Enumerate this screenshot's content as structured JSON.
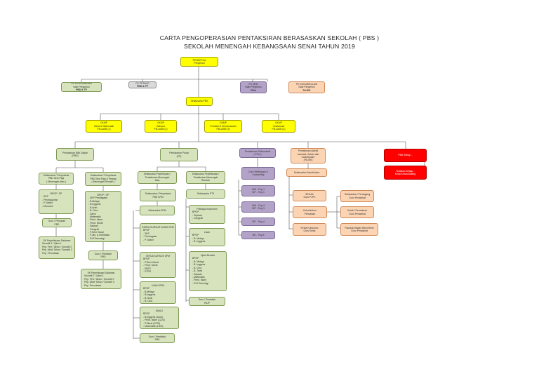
{
  "title": {
    "line1": "CARTA PENGOPERASIAN PENTAKSIRAN BERASASKAN SEKOLAH ( PBS )",
    "line2": "SEKOLAH MENENGAH KEBANGSAAN SENAI TAHUN 2019"
  },
  "nodes": {
    "pengetua": [
      "PENGETUA",
      "Pengerusi"
    ],
    "pk_pentadbiran": [
      "PK PENTADBIRAN",
      "Naib Pengerusi",
      "PBD & TP"
    ],
    "pk_petang": [
      "PK PETANG",
      "PBD & PP"
    ],
    "pk_hem": [
      "PK HEM",
      "Naib Pengerusi",
      "PPsi"
    ],
    "pk_kokurikulum": [
      "PK KOKURIKULUM",
      "Naib Pengerusi",
      "PAJSK"
    ],
    "setiausaha_pbs": [
      "Setiausaha PBS"
    ],
    "gkmp_sains": [
      "GKMP",
      "Sains & Matematik",
      "PB-uaSB (1)"
    ],
    "gkmp_bahasa": [
      "GKMP",
      "Bahasa",
      "PB-uaSB (2)"
    ],
    "gkmp_sosial": [
      "GKMP",
      "S.Sosial & Kemanusiaan",
      "PB-uaSB (3)"
    ],
    "gkmp_vokasional": [
      "GKMP",
      "Vokasional",
      "PB-uaSB (4)"
    ],
    "pbd": [
      "Pentaksiran Bilik Darjah",
      "(PBD)"
    ],
    "pp": [
      "Pentaksiran Pusat",
      "(PP)"
    ],
    "ppsi": [
      "Pentaksiran Psikometrik",
      "( PPsi )"
    ],
    "pajsk": [
      "Pentaksiran Aktiviti",
      "Jasmani, Sukan dan",
      "Kokurikulum",
      "(PAJSK)"
    ],
    "red1": [
      "PBS Setiap..."
    ],
    "red2": [
      "Tindakan Setiap...",
      "Kerja Ketua Bidang"
    ],
    "pbd_pagi": [
      "Setiausaha / Penyelaras",
      "PBD Sesi Pagi",
      "( Menengah Atas )"
    ],
    "pbd_petang": [
      "Setiausaha / Penyelaras",
      "PBD Sesi Pagi & Petang",
      "( Menengah Rendah )"
    ],
    "bpgp_pagi": [
      "BPGP / SP",
      "- SKP",
      "- Peranggunan",
      "- P. Akaun",
      "- Ekonomi"
    ],
    "bpgp_petang": [
      "BPGP / SP",
      "- SKP Perniagaan",
      "- B.Melayu",
      "- B.Inggeris",
      "- B.Arab",
      "- B. Cina",
      "- Sains",
      "- Matematik",
      "- Pend. Islam",
      "- Pend. Moral",
      "- Sejarah",
      "- Geografi",
      "- P.Seni Visual",
      "- P.Jas. & Kesihatan",
      "- R.B.Teknologi"
    ],
    "guru_pagi": [
      "Guru / Pentaksir",
      "PBD"
    ],
    "guru_petang": [
      "Guru / Pentaksir",
      "PBD"
    ],
    "sk_pagi": [
      "SK Peperiksaan Dalaman",
      "Sumatif 1 / Ujian 1",
      "Pep. Pert. Tahun / Sumatif 2",
      "Pep. Akhir Tahun / Sumatif 3",
      "Pep. Percubaan"
    ],
    "sk_petang": [
      "SK Peperiksaan Dalaman",
      "Sumatif 1 / Ujian 1",
      "Pep. Pert. Tahun / Sumatif 2",
      "Pep. Akhir Tahun / Sumatif 3",
      "Pep. Percubaan"
    ],
    "pp_atas": [
      "Setiausaha Peperiksaan /",
      "Pentaksiran Menengah",
      "Atas"
    ],
    "pp_rendah": [
      "Setiausaha Peperiksaan /",
      "Pentaksiran Menengah",
      "Rendah"
    ],
    "selaras_spm": [
      "Setiausaha / Penyelaras",
      "PBS SPM"
    ],
    "sekretariat_spm": [
      "Setiausaha SPM"
    ],
    "kerja_kursus_1": [
      "KERJA KURSUS SAINS SPM",
      "BPGP",
      "- SKP",
      "- Perniagaan",
      "- P. Akaun"
    ],
    "kerja_kursus_2": [
      "KERJA KURSUS SPM",
      "BPGP",
      "- P.Seni Visual",
      "- Pend. Moral",
      "- RBTE",
      "- PTRS"
    ],
    "ujian_spm": [
      "UJIAN SPM",
      "BPGP",
      "- B.Melayu",
      "- B.Inggeris",
      "- B.Tamil",
      "- B. Cina"
    ],
    "amali_spm": [
      "AMALI",
      "BPGP",
      "- B.Inggeris (1103)",
      "- Pend. Islam (1223)",
      "- P.Moral (1225)",
      "- Matematik (1303)"
    ],
    "guru_spm": [
      "Guru / Pentaksir",
      "PBS"
    ],
    "pt3": [
      "Setiausaha PT3"
    ],
    "pelbagai_pt3": [
      "Pelbagai Instrumen",
      "BPGP",
      "- Sejarah",
      "- Geografi"
    ],
    "lisan_pt3": [
      "Lisan",
      "BPGP",
      "- B. Melayu",
      "- B. Inggeris"
    ],
    "bertulis_pt3": [
      "Ujian Bertulis",
      "BPGP",
      "- B. Melayu",
      "- B. Inggeris",
      "- B. Cina",
      "- B. Tamil",
      "- Sejarah",
      "- Matematik",
      "- Pend. Islam",
      "- R.B.Teknologi"
    ],
    "guru_pt3": [
      "Guru / Pentaksir",
      "PAJP"
    ],
    "kaunseling": [
      "Guru Bimbingan &",
      "Kaunseling"
    ],
    "ting1": [
      "IMA - Ting 1",
      "ISP - Ting 1"
    ],
    "ting3": [
      "IMA - Ting 3",
      "ISP - Ting 3"
    ],
    "ting4": [
      "ISP - Ting 4"
    ],
    "ting5": [
      "IMI - Ting 5"
    ],
    "sukan_ko": [
      "Setiausaha Kokurikulum"
    ],
    "sedar": [
      "SEGAK",
      "Guru PJPK"
    ],
    "kokurikulum_p": [
      "Kokurikulum",
      "Persatuan"
    ],
    "ketua_ko": [
      "Ketua Kurikulum",
      "Guru Kelas"
    ],
    "setiausaha_persatuan": [
      "Setiausaha / Pemegang",
      "Guru Penasihat"
    ],
    "kelab": [
      "Kelab / Permainan",
      "Guru Penasihat"
    ],
    "panitia_badan": [
      "Pasukan Badan Beruniform",
      "Guru Penasihat"
    ]
  }
}
